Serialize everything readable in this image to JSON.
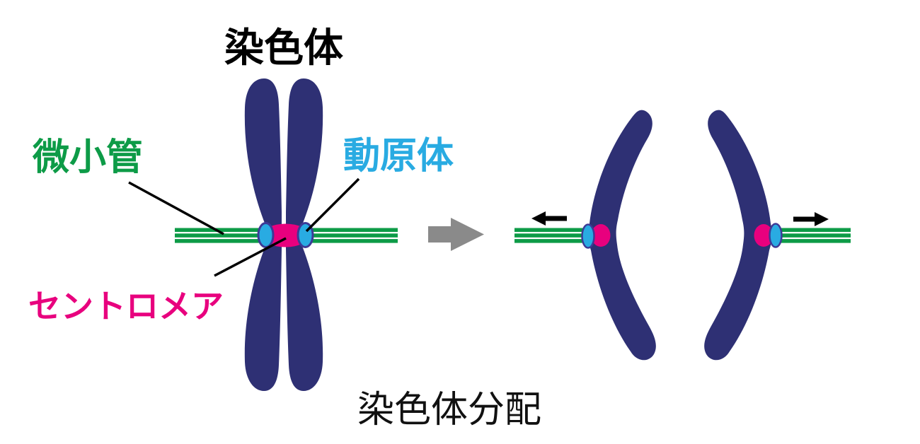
{
  "diagram": {
    "title": "染色体",
    "caption": "染色体分配",
    "labels": {
      "microtubule": "微小管",
      "kinetochore": "動原体",
      "centromere": "セントロメア"
    },
    "colors": {
      "chromosome": "#2e3074",
      "centromere": "#e8007e",
      "kinetochore": "#29abe2",
      "kinetochore_outline": "#3d3a96",
      "microtubule": "#0d9b47",
      "transition_arrow": "#8a8a8a",
      "pull_arrow": "#000000",
      "leader_line": "#000000",
      "title_text": "#000000",
      "caption_text": "#111111"
    }
  }
}
